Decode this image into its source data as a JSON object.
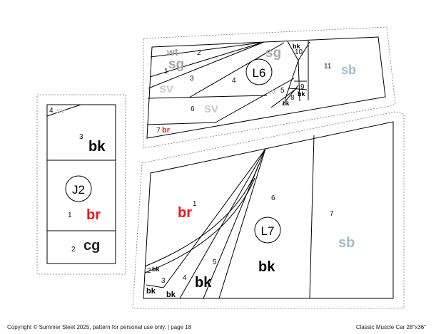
{
  "footer": {
    "copyright": "Copyright © Summer Sleet 2025, pattern for personal use only. | page 18",
    "pattern_title": "Classic Muscle Car 28\"x36\""
  },
  "colors": {
    "bk": "#000000",
    "br": "#e8161b",
    "cg": "#222222",
    "sg": "#a8a8a8",
    "sv": "#cfcfcf",
    "wt": "#a0a0a0",
    "sb": "#a3bcd2"
  },
  "sections": {
    "J2": {
      "name": "J2",
      "pieces": [
        {
          "n": "4",
          "color": "sv"
        },
        {
          "n": "3",
          "color": "bk"
        },
        {
          "n": "1",
          "color": "br"
        },
        {
          "n": "2",
          "color": "cg"
        }
      ]
    },
    "L6": {
      "name": "L6",
      "pieces": [
        {
          "n": "1",
          "color": "sg"
        },
        {
          "n": "2",
          "color": "wt"
        },
        {
          "n": "3",
          "color": "sv"
        },
        {
          "n": "4",
          "color": "sg"
        },
        {
          "n": "5",
          "color": "sv"
        },
        {
          "n": "6",
          "color": "sv"
        },
        {
          "n": "7",
          "color": "br"
        },
        {
          "n": "8",
          "color": "bk"
        },
        {
          "n": "9",
          "color": "bk"
        },
        {
          "n": "10",
          "color": "bk"
        },
        {
          "n": "11",
          "color": "sb"
        }
      ]
    },
    "L7": {
      "name": "L7",
      "pieces": [
        {
          "n": "1",
          "color": "br"
        },
        {
          "n": "2",
          "color": "bk"
        },
        {
          "n": "3",
          "color": "bk"
        },
        {
          "n": "4",
          "color": "bk"
        },
        {
          "n": "5",
          "color": "bk"
        },
        {
          "n": "6",
          "color": "bk"
        },
        {
          "n": "7",
          "color": "sb"
        }
      ]
    }
  }
}
